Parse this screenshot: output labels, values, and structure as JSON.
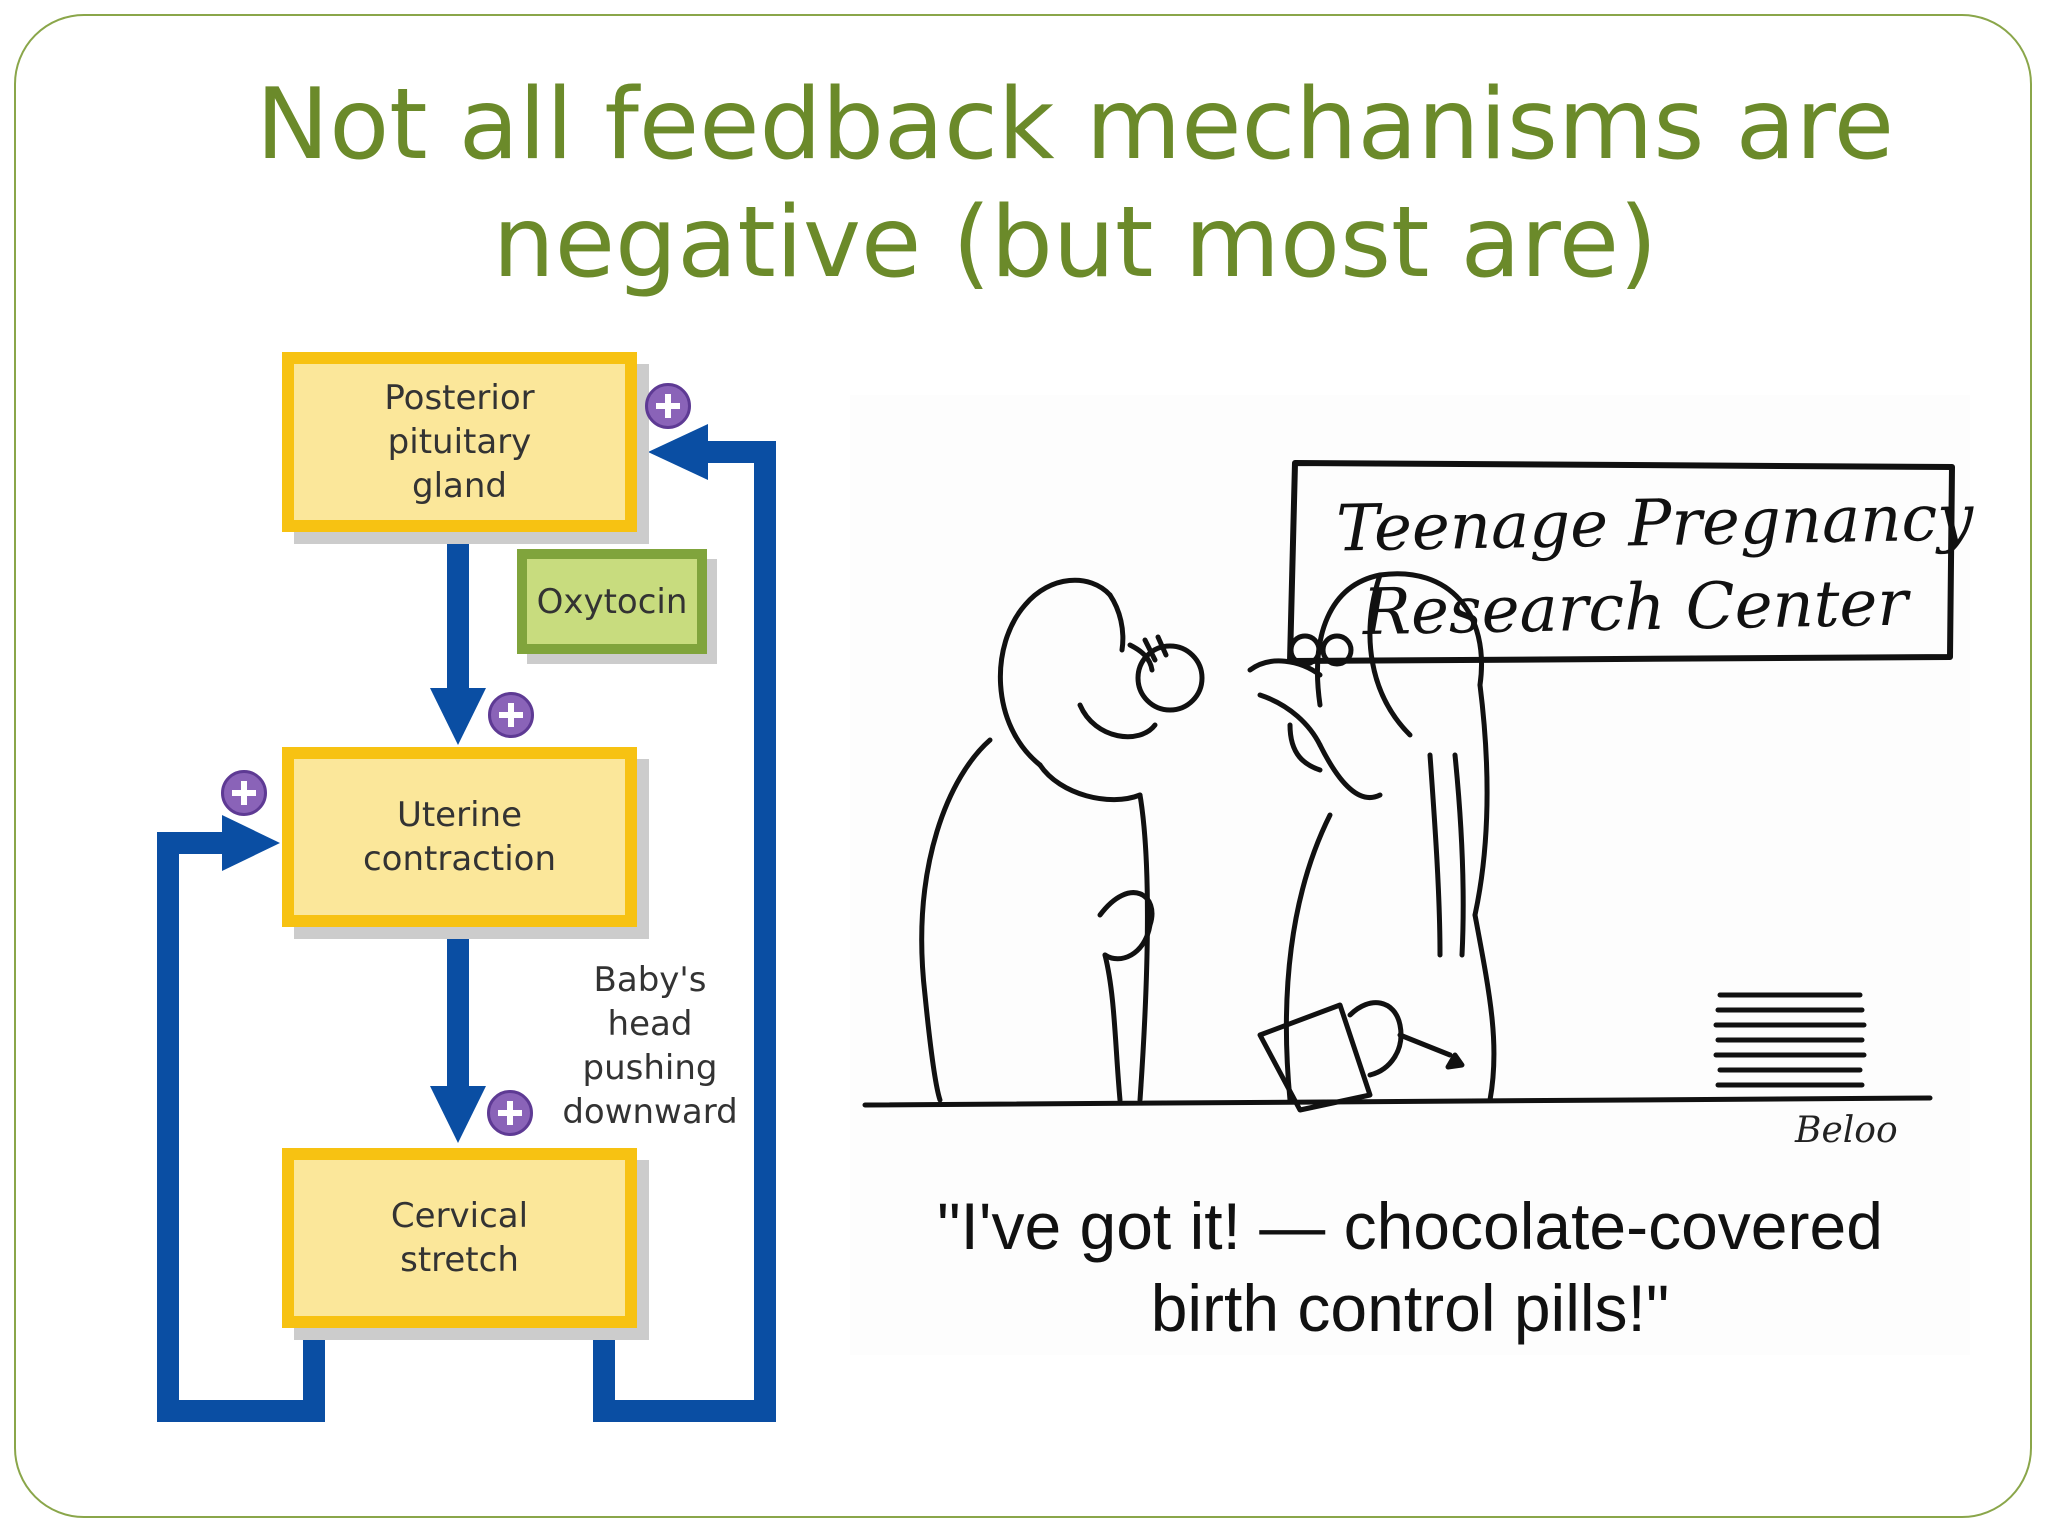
{
  "title": {
    "line1": "Not all feedback mechanisms are",
    "line2": "negative (but most are)"
  },
  "diagram": {
    "nodes": [
      {
        "id": "posterior-pituitary",
        "label": "Posterior\npituitary\ngland"
      },
      {
        "id": "uterine-contraction",
        "label": "Uterine\ncontraction"
      },
      {
        "id": "cervical-stretch",
        "label": "Cervical\nstretch"
      }
    ],
    "hormone_label": "Oxytocin",
    "side_label": "Baby's\nhead\npushing\ndownward",
    "colors": {
      "arrow": "#0a4ea3",
      "box_fill": "#fbe79a",
      "box_border": "#f7c212",
      "hormone_fill": "#c8dc7e",
      "hormone_border": "#80a43c",
      "plus": "#8a63b8",
      "title": "#6b8a2a"
    },
    "plus_icon": "plus-circle-icon"
  },
  "cartoon": {
    "sign_line1": "Teenage Pregnancy",
    "sign_line2": "Research Center",
    "signature": "Beloo",
    "caption_line1": "\"I've got it! — chocolate-covered",
    "caption_line2": "birth control pills!\""
  }
}
